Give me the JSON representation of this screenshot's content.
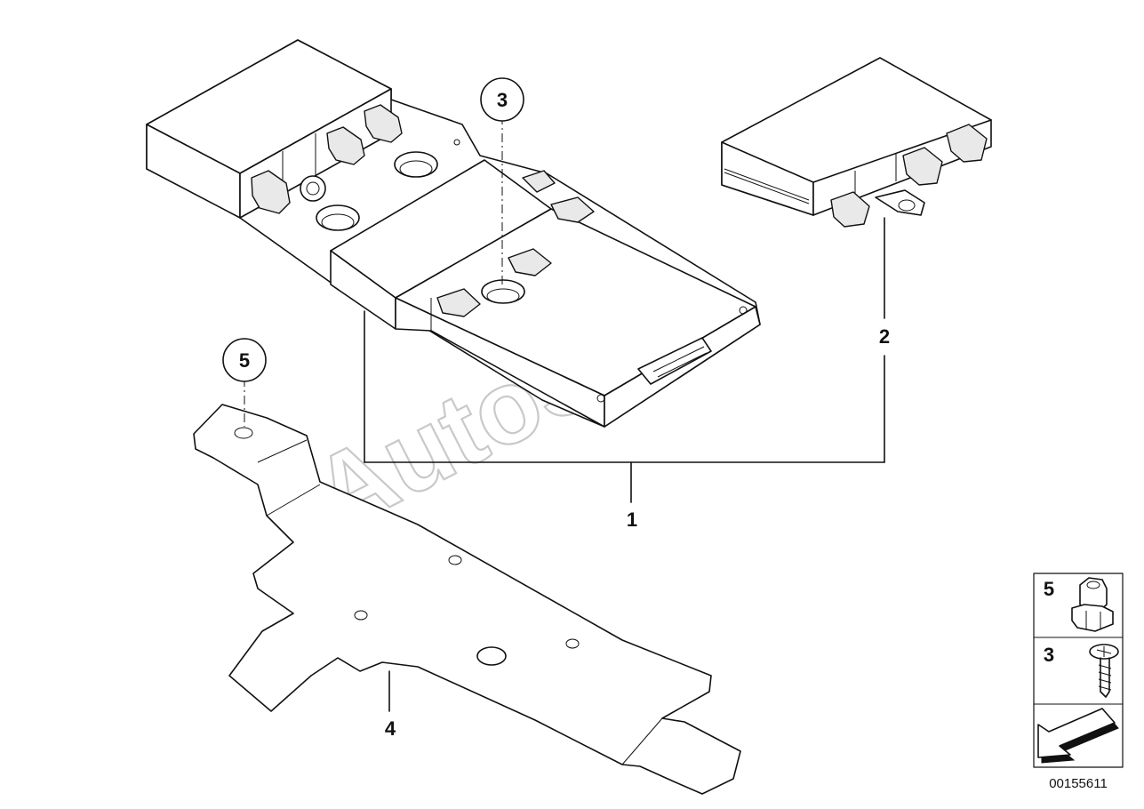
{
  "watermark": "AutoSoft",
  "diagram_id": "00155611",
  "callouts": {
    "part_1": "1",
    "part_2": "2",
    "part_3": "3",
    "part_4": "4",
    "part_5": "5"
  },
  "legend": {
    "items": [
      {
        "number": "5",
        "icon": "nut-icon"
      },
      {
        "number": "3",
        "icon": "screw-icon"
      }
    ],
    "nav_icon": "arrow-back-icon"
  }
}
